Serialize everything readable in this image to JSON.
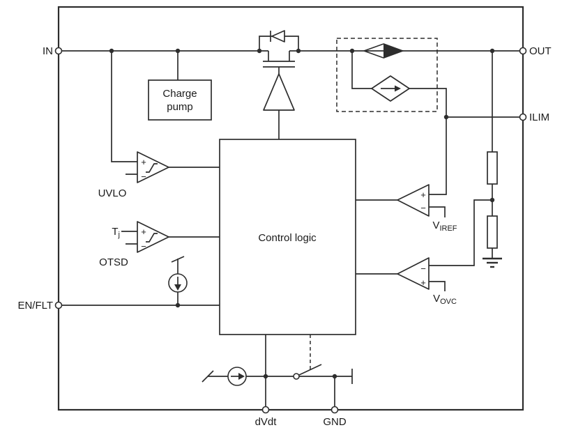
{
  "diagram": {
    "pins": {
      "in": "IN",
      "out": "OUT",
      "ilim": "ILIM",
      "en_flt": "EN/FLT",
      "dvdt": "dVdt",
      "gnd": "GND"
    },
    "blocks": {
      "charge_pump_line1": "Charge",
      "charge_pump_line2": "pump",
      "control_logic": "Control logic"
    },
    "labels": {
      "uvlo": "UVLO",
      "otsd": "OTSD",
      "tj_main": "T",
      "tj_sub": "j",
      "viref_main": "V",
      "viref_sub": "IREF",
      "vovc_main": "V",
      "vovc_sub": "OVC"
    },
    "signs": {
      "plus": "+",
      "minus": "−"
    },
    "colors": {
      "line": "#2d2d2d",
      "text": "#1a1a1a",
      "background": "#ffffff"
    }
  }
}
